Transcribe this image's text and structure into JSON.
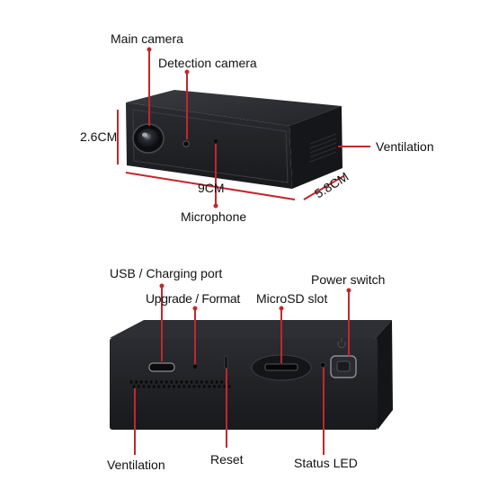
{
  "labels": {
    "main_camera": "Main camera",
    "detection_camera": "Detection camera",
    "ventilation_top": "Ventilation",
    "microphone": "Microphone",
    "usb_port": "USB / Charging port",
    "upgrade_format": "Upgrade / Format",
    "microsd_slot": "MicroSD slot",
    "power_switch": "Power switch",
    "ventilation_bottom": "Ventilation",
    "reset": "Reset",
    "status_led": "Status LED"
  },
  "dimensions": {
    "height": "2.6CM",
    "width": "9CM",
    "depth": "5.8CM"
  },
  "colors": {
    "leader_line": "#c0282d",
    "device_body": "#1f2024",
    "device_top": "#2a2b30",
    "device_side": "#141518"
  }
}
